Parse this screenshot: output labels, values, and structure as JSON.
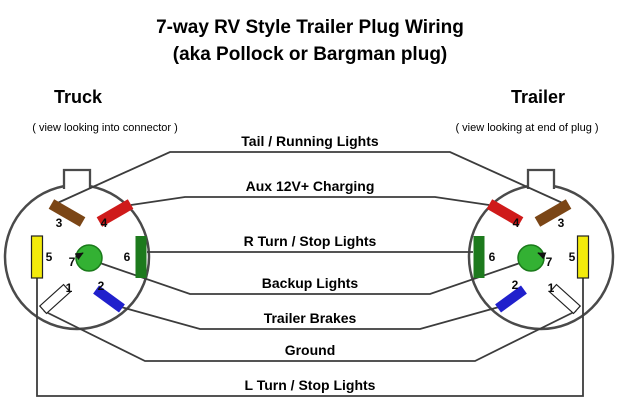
{
  "title": {
    "line1": "7-way RV Style Trailer Plug Wiring",
    "line2": "(aka Pollock or Bargman plug)"
  },
  "truck": {
    "label": "Truck",
    "caption": "( view looking into connector )"
  },
  "trailer": {
    "label": "Trailer",
    "caption": "( view looking at end of plug )"
  },
  "wires": [
    {
      "label": "Tail / Running Lights",
      "pin": "3"
    },
    {
      "label": "Aux 12V+ Charging",
      "pin": "4"
    },
    {
      "label": "R Turn / Stop Lights",
      "pin": "6"
    },
    {
      "label": "Backup Lights",
      "pin": "7"
    },
    {
      "label": "Trailer Brakes",
      "pin": "2"
    },
    {
      "label": "Ground",
      "pin": "1"
    },
    {
      "label": "L Turn / Stop Lights",
      "pin": "5"
    }
  ],
  "pins": [
    "1",
    "2",
    "3",
    "4",
    "5",
    "6",
    "7"
  ],
  "colors": {
    "pin1_white": "#ffffff",
    "pin2_blue": "#2020cc",
    "pin3_brown": "#7b4616",
    "pin4_red": "#cf1a1a",
    "pin5_yellow": "#f3eb0b",
    "pin6_green": "#1d7a1d",
    "pin7_green": "#33b133",
    "wire_line": "#3c3c3c"
  }
}
